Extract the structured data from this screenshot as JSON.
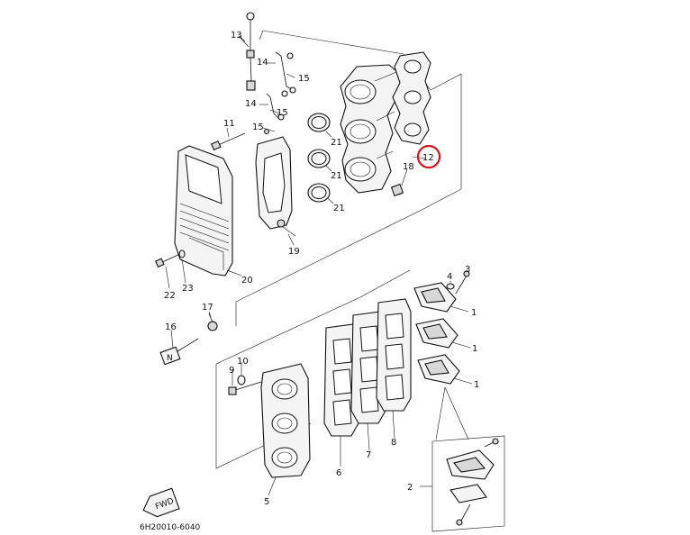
{
  "labels": {
    "l1a": "1",
    "l1b": "1",
    "l1c": "1",
    "l2": "2",
    "l3": "3",
    "l4": "4",
    "l5": "5",
    "l6": "6",
    "l7": "7",
    "l8": "8",
    "l9": "9",
    "l10": "10",
    "l11": "11",
    "l12": "12",
    "l13": "13",
    "l14a": "14",
    "l14b": "14",
    "l15a": "15",
    "l15b": "15",
    "l15c": "15",
    "l16": "16",
    "l17": "17",
    "l18": "18",
    "l19": "19",
    "l20": "20",
    "l21a": "21",
    "l21b": "21",
    "l21c": "21",
    "l22": "22",
    "l23": "23"
  },
  "fwd_label": "FWD",
  "drawing_code": "6H20010-6040",
  "highlight": {
    "part": "12",
    "color": "#d2161e"
  }
}
